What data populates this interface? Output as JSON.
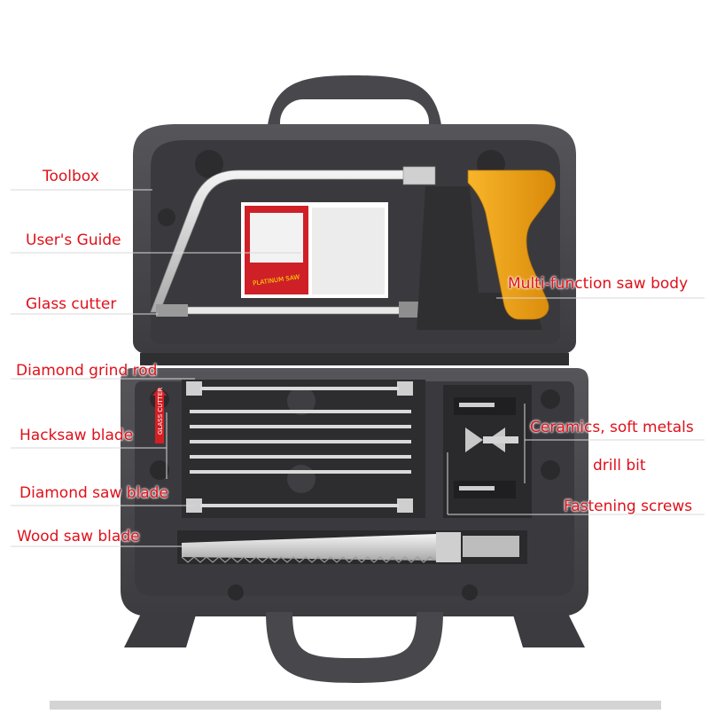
{
  "box_label": "PLATINUM SAW",
  "case_tag": "GLASS CUTTER",
  "callouts": {
    "toolbox": "Toolbox",
    "users_guide": "User's Guide",
    "glass_cutter": "Glass cutter",
    "diamond_grind_rod": "Diamond grind rod",
    "hacksaw_blade": "Hacksaw blade",
    "diamond_saw_blade": "Diamond saw blade",
    "wood_saw_blade": "Wood saw blade",
    "multi_function_saw_body": "Multi-function saw body",
    "ceramics_soft_metals": "Ceramics, soft metals",
    "drill_bit": "drill bit",
    "fastening_screws": "Fastening screws"
  },
  "colors": {
    "label_text": "#e0101a",
    "case": "#4a4a4d",
    "case_dark": "#2e2e30",
    "handle": "#f4a51c",
    "steel": "#dcdcdc"
  }
}
